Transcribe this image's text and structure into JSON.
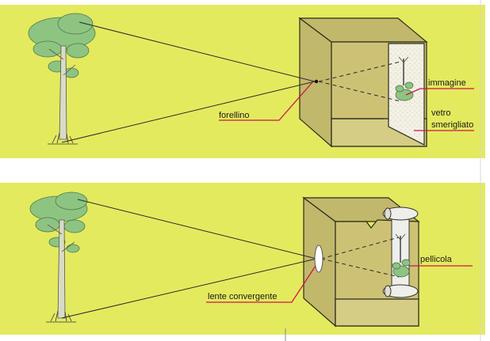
{
  "colors": {
    "panel_bg": "#e4ea5e",
    "page_bg": "#ffffff",
    "box_outer": "#c2b86b",
    "box_inner": "#cdc274",
    "box_floor": "#d5cd85",
    "box_edge": "#2b2b1c",
    "ray": "#2a2a2a",
    "leader": "#c8194a",
    "foliage": "#8ec482",
    "trunk": "#d8dcc4",
    "ground_glass": "#f3f0e4",
    "film": "#eeeeea"
  },
  "panels": {
    "top": {
      "device": "pinhole-camera",
      "labels": {
        "aperture": "forellino",
        "image": "immagine",
        "screen_line1": "vetro",
        "screen_line2": "smerigliato"
      }
    },
    "bottom": {
      "device": "lens-camera",
      "labels": {
        "film": "pellicola",
        "lens": "lente convergente"
      }
    }
  }
}
